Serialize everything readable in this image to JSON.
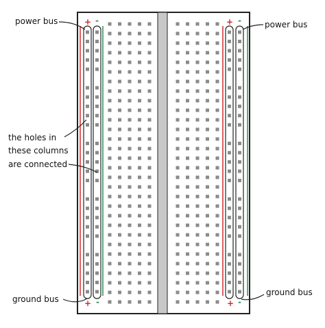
{
  "labels": {
    "power_bus_left": "power bus",
    "power_bus_right": "power bus",
    "holes_line1": "the holes in",
    "holes_line2": "these columns",
    "holes_line3": "are connected",
    "ground_bus_left": "ground bus",
    "ground_bus_right": "ground bus"
  },
  "signs": {
    "plus": "+",
    "minus": "-"
  },
  "grid": {
    "rows": 30,
    "terminal_columns_per_side": 5,
    "rail_holes_per_column": 25
  },
  "colors": {
    "board_outline": "#222222",
    "divider_fill": "#c8c8c8",
    "hole": "#8a8a8a",
    "power_line": "#d22b2b",
    "ground_line": "#2e8b57",
    "leader_line": "#222222"
  }
}
